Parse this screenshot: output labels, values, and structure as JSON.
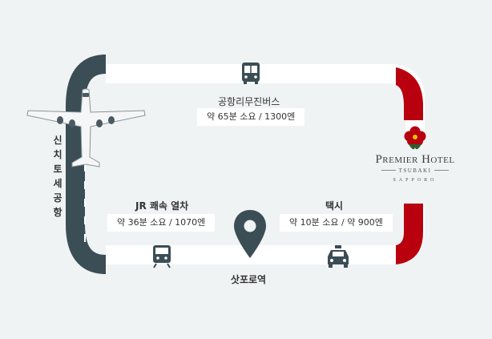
{
  "airport": {
    "name": "신치토세공항"
  },
  "hotel": {
    "name": "Premier Hotel",
    "sub": "TSUBAKI",
    "city": "SAPPORO"
  },
  "station": {
    "name": "삿포로역"
  },
  "routes": {
    "bus": {
      "name": "공항리무진버스",
      "info": "약 65분 소요 / 1300엔",
      "icon": "bus-icon"
    },
    "train": {
      "name": "JR 쾌속 열차",
      "info": "약 36분 소요 / 1070엔",
      "icon": "train-icon"
    },
    "taxi": {
      "name": "택시",
      "info": "약 10분 소요 / 약 900엔",
      "icon": "taxi-icon"
    }
  },
  "colors": {
    "road": "#3b4d55",
    "hotel_accent": "#b8000f",
    "background": "#f0f3f4"
  }
}
